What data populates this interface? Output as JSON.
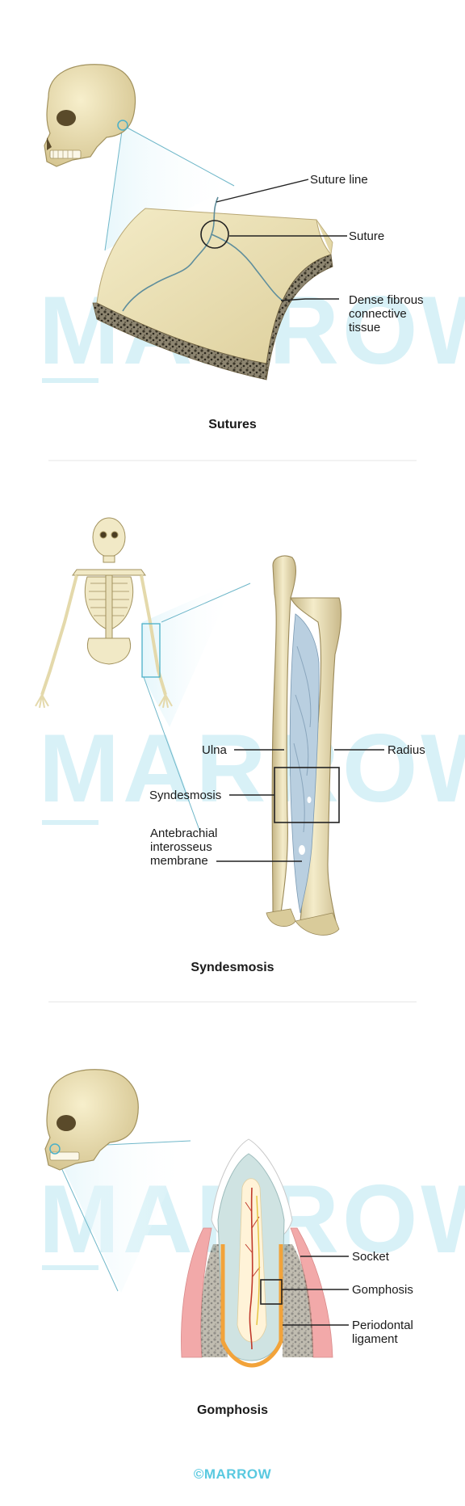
{
  "watermark": "MARROW",
  "brand": "©MARROW",
  "sutures": {
    "labels": {
      "suture_line": "Suture line",
      "suture": "Suture",
      "dense_1": "Dense fibrous",
      "dense_2": "connective",
      "dense_3": "tissue"
    },
    "title": "Sutures"
  },
  "syndesmosis": {
    "labels": {
      "ulna": "Ulna",
      "radius": "Radius",
      "syndesmosis": "Syndesmosis",
      "ante_1": "Antebrachial",
      "ante_2": "interosseus",
      "ante_3": "membrane"
    },
    "title": "Syndesmosis"
  },
  "gomphosis": {
    "labels": {
      "socket": "Socket",
      "gomphosis": "Gomphosis",
      "perio_1": "Periodontal",
      "perio_2": "ligament"
    },
    "title": "Gomphosis"
  },
  "colors": {
    "bone": "#e8dcae",
    "bone_dark": "#b8a774",
    "membrane": "#b9cfe0",
    "gum": "#f2a9a9",
    "enamel": "#ffffff",
    "dentin": "#cfe3e2",
    "pulp": "#fff3d8",
    "ligament": "#f2a33a",
    "watermark": "#d8f1f7",
    "zoom": "#dff4fa"
  }
}
